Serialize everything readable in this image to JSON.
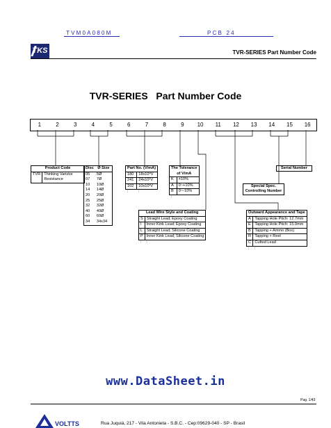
{
  "header": {
    "left_link": "TVM0A080M",
    "right_link": "PCB 24",
    "logo_text": "TKS",
    "subtitle": "TVR-SERIES Part Number Code"
  },
  "title": "TVR-SERIES   Part Number Code",
  "positions": [
    "1",
    "2",
    "3",
    "4",
    "5",
    "6",
    "7",
    "8",
    "9",
    "10",
    "11",
    "12",
    "13",
    "14",
    "15",
    "16"
  ],
  "product_code": {
    "header": "Product Code",
    "rows": [
      [
        "TVR",
        "Thinking Varistor\nResistance"
      ]
    ]
  },
  "disc": {
    "headers": [
      "Disc",
      "Ø Size"
    ],
    "rows": [
      [
        "05",
        "5Ø"
      ],
      [
        "07",
        "7Ø"
      ],
      [
        "10",
        "10Ø"
      ],
      [
        "14",
        "14Ø"
      ],
      [
        "20",
        "20Ø"
      ],
      [
        "25",
        "25Ø"
      ],
      [
        "32",
        "32Ø"
      ],
      [
        "40",
        "40Ø"
      ],
      [
        "60",
        "60Ø"
      ],
      [
        "34",
        "34x34"
      ]
    ]
  },
  "part_no": {
    "header": "Part No. (V/mA)",
    "rows": [
      [
        "180",
        "18x10⁰V"
      ],
      [
        "241",
        "24x10¹V"
      ],
      [
        "102",
        "10x10²V"
      ],
      [
        ":",
        ":"
      ]
    ]
  },
  "tolerance": {
    "header": "The Tolerance\nof V/mA",
    "rows": [
      [
        "K",
        "±10%"
      ],
      [
        "A",
        "0~+10%"
      ],
      [
        "B",
        "0~-10%"
      ],
      [
        ":",
        ""
      ]
    ]
  },
  "lead_wire": {
    "header": "Lead Wire Style and Coating",
    "rows": [
      [
        "S",
        "Straight Lead; Epoxy Coating"
      ],
      [
        "I",
        "Inner Kink Lead; Epoxy Coating"
      ],
      [
        "L",
        "Straight Lead; Silicone Coating"
      ],
      [
        "P",
        "Inner Kink Lead; Silicone Coating"
      ],
      [
        ":",
        ":"
      ]
    ]
  },
  "special_spec": {
    "label": "Special Spec.\nControlling Number"
  },
  "serial_number": {
    "label": "Serial Number"
  },
  "outward": {
    "header": "Outward Appearance and Tape",
    "rows": [
      [
        "A",
        "Tapping Hole Pitch: 12.7mm"
      ],
      [
        "E",
        "Tapping Hole Pitch: 15.0mm"
      ],
      [
        "B",
        "Tapping + Ammo (Box)"
      ],
      [
        "R",
        "Tapping + Reel"
      ],
      [
        "C",
        "Cutted Lead"
      ],
      [
        ":",
        ":"
      ]
    ]
  },
  "watermark": "www.DataSheet.in",
  "page_number": "Pag. 1/43",
  "footer": {
    "brand": "VOLTTS",
    "address": "Rua Juquiá, 217  -  Vila Antonieta  -  S.B.C.  -  Cep:09629-040  -  SP - Brasil"
  }
}
